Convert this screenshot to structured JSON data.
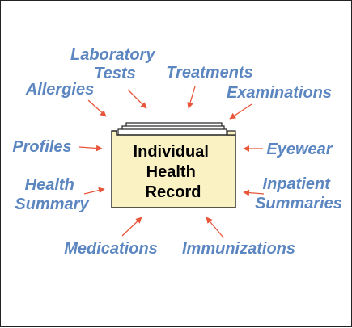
{
  "center": {
    "lines": [
      "Individual",
      "Health",
      "Record"
    ]
  },
  "labels": {
    "laboratory": [
      "Laboratory",
      "Tests"
    ],
    "treatments": "Treatments",
    "allergies": "Allergies",
    "examinations": "Examinations",
    "profiles": "Profiles",
    "eyewear": "Eyewear",
    "health_summary": [
      "Health",
      "Summary"
    ],
    "inpatient": [
      "Inpatient",
      "Summaries"
    ],
    "medications": "Medications",
    "immunizations": "Immunizations"
  },
  "colors": {
    "label_text": "#5b86c0",
    "arrow": "#e8553a",
    "folder_fill": "#fbf2c4",
    "folder_stroke": "#222222"
  }
}
